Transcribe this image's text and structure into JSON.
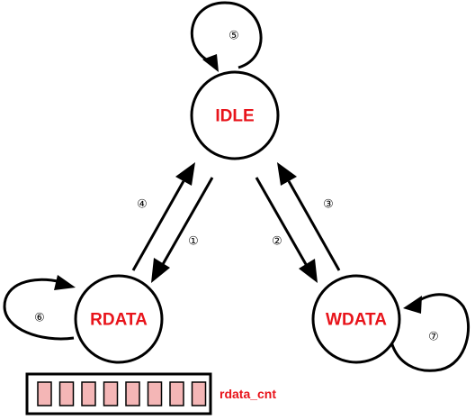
{
  "colors": {
    "label": "#e8141b",
    "counter_cell_fill": "#f4b6b6",
    "line": "#000000"
  },
  "states": {
    "idle": {
      "label": "IDLE"
    },
    "rdata": {
      "label": "RDATA"
    },
    "wdata": {
      "label": "WDATA"
    }
  },
  "transitions": {
    "t1": {
      "label": "①",
      "from": "IDLE",
      "to": "RDATA"
    },
    "t2": {
      "label": "②",
      "from": "IDLE",
      "to": "WDATA"
    },
    "t3": {
      "label": "③",
      "from": "WDATA",
      "to": "IDLE"
    },
    "t4": {
      "label": "④",
      "from": "RDATA",
      "to": "IDLE"
    },
    "t5": {
      "label": "⑤",
      "from": "IDLE",
      "to": "IDLE"
    },
    "t6": {
      "label": "⑥",
      "from": "RDATA",
      "to": "RDATA"
    },
    "t7": {
      "label": "⑦",
      "from": "WDATA",
      "to": "WDATA"
    }
  },
  "counter": {
    "label": "rdata_cnt",
    "cells": 8
  }
}
